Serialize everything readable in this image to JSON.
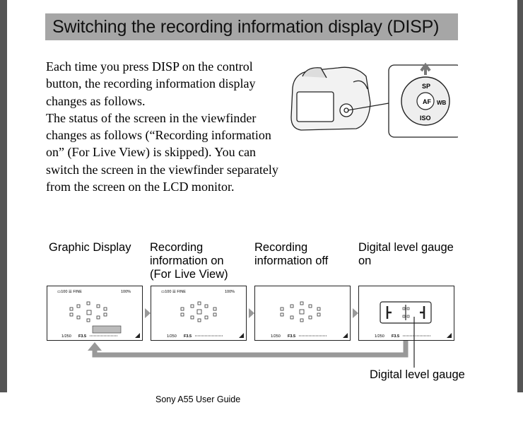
{
  "heading": "Switching the recording information display (DISP)",
  "paragraph1": "Each time you press DISP on the control button, the recording information display changes as follows.",
  "paragraph2": "The status of the screen in the viewfinder changes as follows (“Recording information on” (For Live View) is skipped). You can switch the screen in the viewfinder separately from the screen on the LCD monitor.",
  "dial_labels": {
    "top": "SP",
    "center": "AF",
    "right": "WB",
    "bottom": "ISO"
  },
  "stages": [
    {
      "label": "Graphic Display"
    },
    {
      "label": "Recording\ninformation on\n(For Live View)"
    },
    {
      "label": "Recording\ninformation off"
    },
    {
      "label": "Digital level gauge\non"
    }
  ],
  "screen_text": {
    "top_left": "▭100  ☰ FINE",
    "top_right": "100%",
    "shutter": "1/250",
    "aperture": "F3.5"
  },
  "gauge_label": "Digital level gauge",
  "footer": "Sony A55 User Guide"
}
